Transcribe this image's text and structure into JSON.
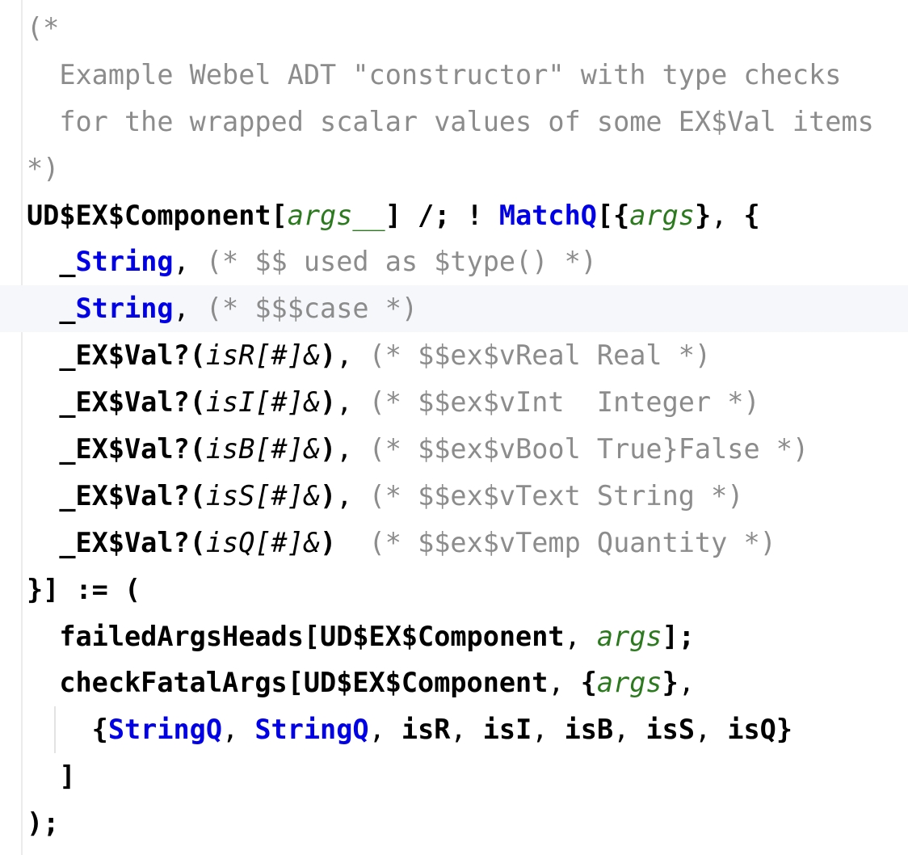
{
  "editor": {
    "current_line": 7,
    "lines": [
      {
        "tokens": [
          [
            "(*",
            "c"
          ]
        ]
      },
      {
        "tokens": [
          [
            "  Example Webel ADT \"constructor\" with type checks",
            "c"
          ]
        ]
      },
      {
        "tokens": [
          [
            "  for the wrapped scalar values of some EX$Val items",
            "c"
          ]
        ]
      },
      {
        "tokens": [
          [
            "*)",
            "c"
          ]
        ]
      },
      {
        "tokens": [
          [
            "UD$EX$Component[",
            "k"
          ],
          [
            "args__",
            "g"
          ],
          [
            "] /; ! ",
            "k"
          ],
          [
            "MatchQ",
            "b"
          ],
          [
            "[{",
            "k"
          ],
          [
            "args",
            "g"
          ],
          [
            "}",
            "k"
          ],
          [
            ", ",
            "p"
          ],
          [
            "{",
            "k"
          ]
        ]
      },
      {
        "tokens": [
          [
            "  _",
            "k"
          ],
          [
            "String",
            "b"
          ],
          [
            ", ",
            "p"
          ],
          [
            "(* $$ used as $type() *)",
            "c"
          ]
        ]
      },
      {
        "tokens": [
          [
            "  _",
            "k"
          ],
          [
            "String",
            "b"
          ],
          [
            ", ",
            "p"
          ],
          [
            "(* $$$case *)",
            "c"
          ]
        ]
      },
      {
        "tokens": [
          [
            "  _EX$Val?(",
            "k"
          ],
          [
            "isR[#]&",
            "i"
          ],
          [
            ")",
            "k"
          ],
          [
            ", ",
            "p"
          ],
          [
            "(* $$ex$vReal Real *)",
            "c"
          ]
        ]
      },
      {
        "tokens": [
          [
            "  _EX$Val?(",
            "k"
          ],
          [
            "isI[#]&",
            "i"
          ],
          [
            ")",
            "k"
          ],
          [
            ", ",
            "p"
          ],
          [
            "(* $$ex$vInt  Integer *)",
            "c"
          ]
        ]
      },
      {
        "tokens": [
          [
            "  _EX$Val?(",
            "k"
          ],
          [
            "isB[#]&",
            "i"
          ],
          [
            ")",
            "k"
          ],
          [
            ", ",
            "p"
          ],
          [
            "(* $$ex$vBool True}False *)",
            "c"
          ]
        ]
      },
      {
        "tokens": [
          [
            "  _EX$Val?(",
            "k"
          ],
          [
            "isS[#]&",
            "i"
          ],
          [
            ")",
            "k"
          ],
          [
            ", ",
            "p"
          ],
          [
            "(* $$ex$vText String *)",
            "c"
          ]
        ]
      },
      {
        "tokens": [
          [
            "  _EX$Val?(",
            "k"
          ],
          [
            "isQ[#]&",
            "i"
          ],
          [
            ")",
            "k"
          ],
          [
            "  ",
            "p"
          ],
          [
            "(* $$ex$vTemp Quantity *)",
            "c"
          ]
        ]
      },
      {
        "tokens": [
          [
            "}] := (",
            "k"
          ]
        ]
      },
      {
        "tokens": [
          [
            "  failedArgsHeads[UD$EX$Component",
            "k"
          ],
          [
            ", ",
            "p"
          ],
          [
            "args",
            "g"
          ],
          [
            "];",
            "k"
          ]
        ]
      },
      {
        "tokens": [
          [
            "  checkFatalArgs[UD$EX$Component",
            "k"
          ],
          [
            ", ",
            "p"
          ],
          [
            "{",
            "k"
          ],
          [
            "args",
            "g"
          ],
          [
            "}",
            "k"
          ],
          [
            ",",
            "p"
          ]
        ]
      },
      {
        "guide": true,
        "tokens": [
          [
            "    {",
            "k"
          ],
          [
            "StringQ",
            "b"
          ],
          [
            ", ",
            "p"
          ],
          [
            "StringQ",
            "b"
          ],
          [
            ", ",
            "p"
          ],
          [
            "isR",
            "k"
          ],
          [
            ", ",
            "p"
          ],
          [
            "isI",
            "k"
          ],
          [
            ", ",
            "p"
          ],
          [
            "isB",
            "k"
          ],
          [
            ", ",
            "p"
          ],
          [
            "isS",
            "k"
          ],
          [
            ", ",
            "p"
          ],
          [
            "isQ}",
            "k"
          ]
        ]
      },
      {
        "tokens": [
          [
            "  ]",
            "k"
          ]
        ]
      },
      {
        "tokens": [
          [
            ");",
            "k"
          ]
        ]
      }
    ]
  }
}
